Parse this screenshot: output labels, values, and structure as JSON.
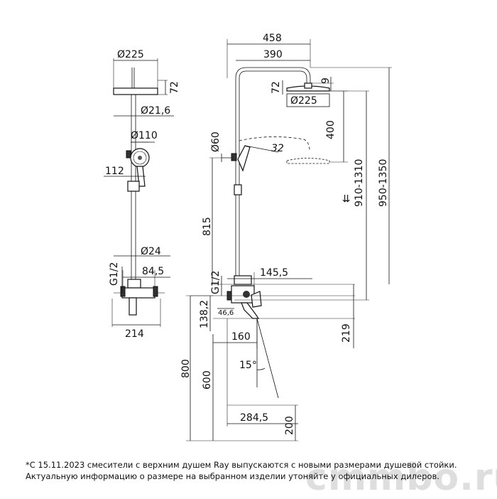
{
  "front": {
    "d225": "Ø225",
    "h72": "72",
    "d21_6": "Ø21,6",
    "d110": "Ø110",
    "w112": "112",
    "d24": "Ø24",
    "g12": "G1/2",
    "w84_5": "84,5",
    "w214": "214"
  },
  "side": {
    "w458": "458",
    "w390": "390",
    "h72": "72",
    "h9": "9",
    "d225": "Ø225",
    "d60": "Ø60",
    "a32": "32",
    "h400": "400",
    "h910_1310": "910-1310",
    "h950_1350": "950-1350",
    "h815": "815",
    "g12": "G1/2",
    "w145_5": "145,5",
    "h138_2": "138,2",
    "w46_6": "46,6",
    "h219": "219",
    "w160": "160",
    "a15": "15°",
    "h800": "800",
    "h600": "600",
    "w284_5": "284,5",
    "h200": "200"
  },
  "footnote": {
    "line1": "*С 15.11.2023 смесители с верхним душем Ray выпускаются с новыми размерами душевой стойки.",
    "line2": "Актуальную информацию о размере на выбранном изделии утоняйте у официальных дилеров."
  },
  "watermark": "cmmbo.ru"
}
